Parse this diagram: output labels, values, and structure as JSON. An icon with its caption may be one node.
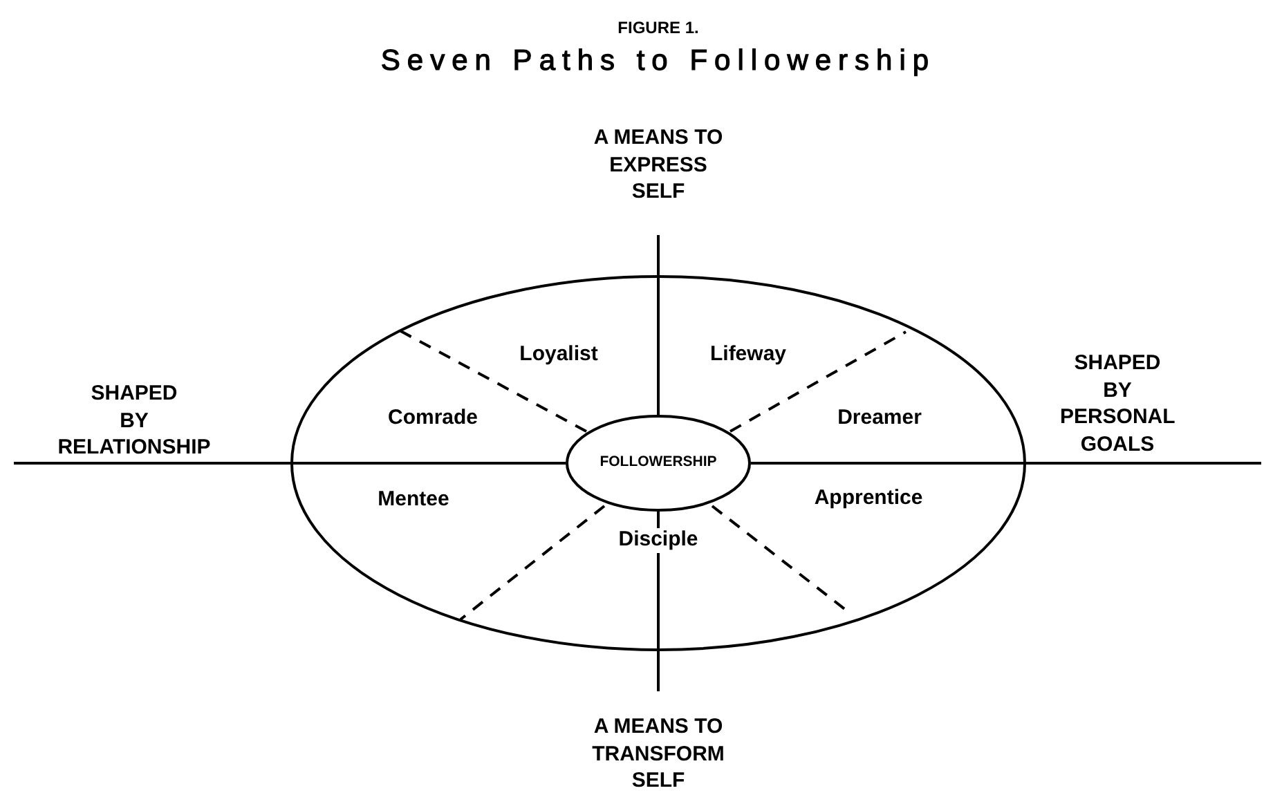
{
  "diagram": {
    "title": "Seven Paths to Followership",
    "nodes": [
      {
        "text": [],
        "shape": "circle"
      },
      {
        "text": [
          "FOLLOWERSHIP"
        ],
        "in": 0
      }
    ],
    "labels": [
      "FIGURE 1.",
      "A MEANS TO EXPRESS SELF",
      "Loyalist",
      "Lifeway",
      "SHAPED BY PERSONAL GOALS",
      "SHAPED BY RELATIONSHIP",
      "Comrade",
      "Dreamer",
      "Mentee",
      "Apprentice",
      "Disciple",
      "A MEANS TO TRANSFORM SELF"
    ]
  }
}
